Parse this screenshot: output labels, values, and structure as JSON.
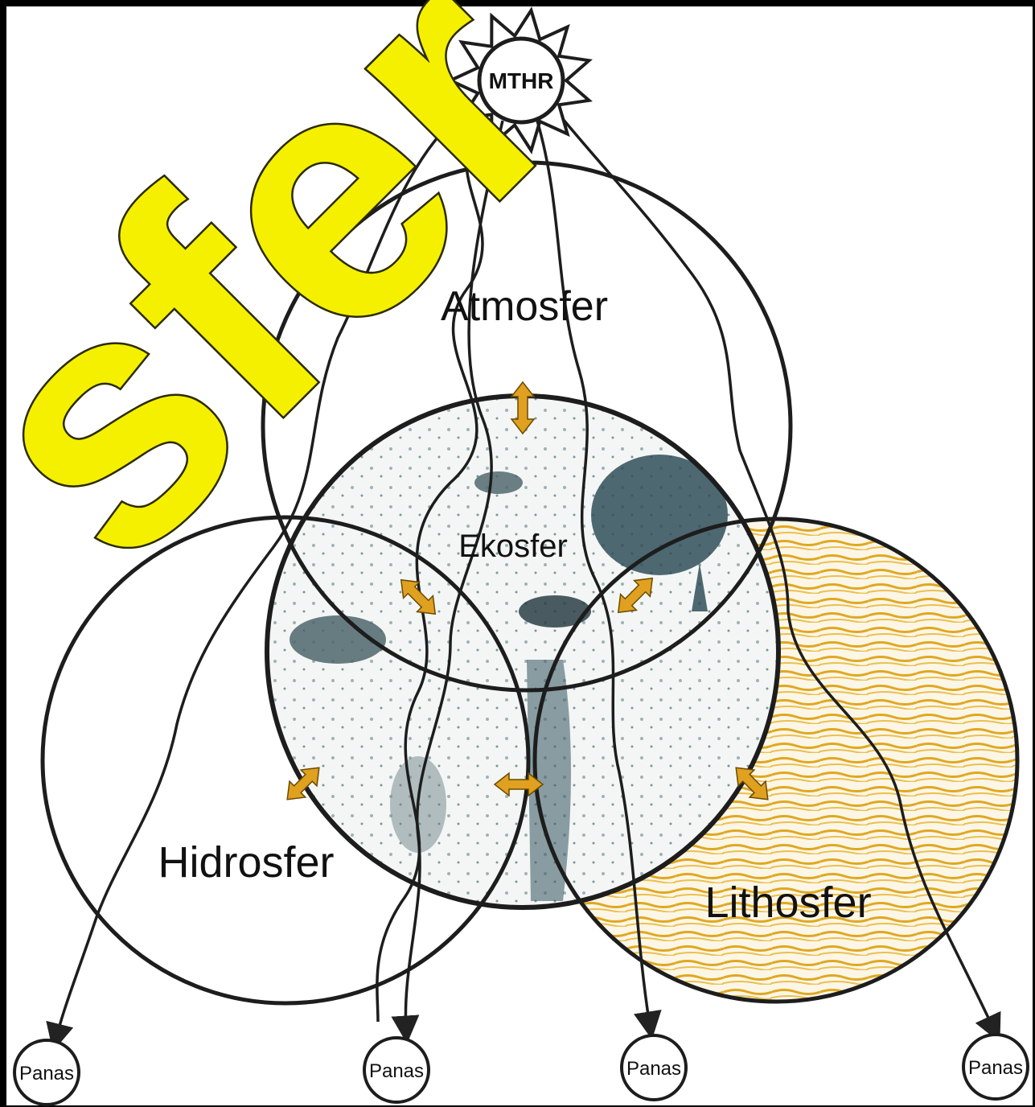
{
  "title_overlay": "sfer",
  "nodes": {
    "sun": "MTHR",
    "atmosphere": "Atmosfer",
    "ecosphere": "Ekosfer",
    "hydrosphere": "Hidrosfer",
    "lithosphere": "Lithosfer"
  },
  "heat_sinks": [
    "Panas",
    "Panas",
    "Panas",
    "Panas"
  ],
  "colors": {
    "background": "#000000",
    "panel": "#ffffff",
    "title_fill": "#f5f000",
    "arrow": "#e0a020",
    "lithosphere_tint": "#e8b020",
    "ecosphere_tint": "#3f5f6a"
  }
}
